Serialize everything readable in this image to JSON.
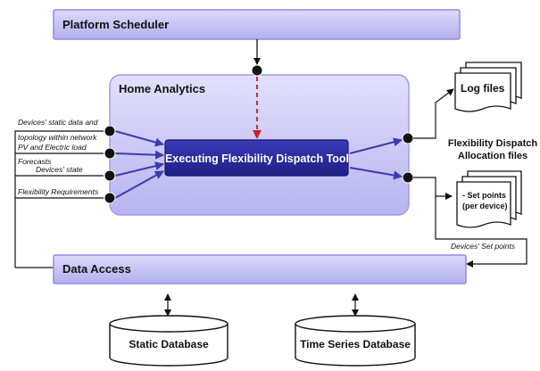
{
  "diagram": {
    "platform_scheduler": "Platform Scheduler",
    "home_analytics": "Home Analytics",
    "dispatch_tool": "Executing Flexibility Dispatch Tool",
    "data_access": "Data Access",
    "static_db": "Static Database",
    "timeseries_db": "Time Series Database",
    "log_files": "Log files",
    "flex_files_title_1": "Flexibility Dispatch",
    "flex_files_title_2": "Allocation files",
    "set_points_1": "- Set points",
    "set_points_2": "(per device)",
    "devices_set_points": "Devices' Set points",
    "inputs": {
      "static_1": "Devices' static data and",
      "static_2": "topology within network",
      "pv_1": "PV and Electric load",
      "pv_2": "Forecasts",
      "state": "Devices' state",
      "flex_req": "Flexibility Requirements"
    }
  },
  "colors": {
    "bar_fill": "#c4c2f3",
    "bar_stroke": "#8f8ce0",
    "analytics_fill": "#c9c7f6",
    "tool_fill": "#2a2a9c",
    "arrow_blue": "#3b3bb0",
    "dashed_red": "#c8202a"
  }
}
